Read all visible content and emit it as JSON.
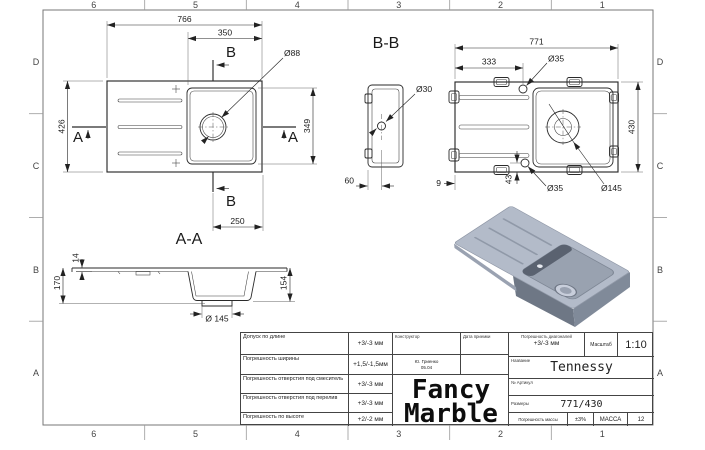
{
  "sheet": {
    "cols": [
      "6",
      "5",
      "4",
      "3",
      "2",
      "1"
    ],
    "rows": [
      "D",
      "C",
      "B",
      "A"
    ]
  },
  "views": {
    "top": {
      "d766": "766",
      "d350": "350",
      "d426": "426",
      "d349": "349",
      "d250": "250",
      "d88": "Ø88",
      "a": "A",
      "b": "B"
    },
    "bb": {
      "title": "B-B",
      "d30": "Ø30",
      "d60": "60"
    },
    "bottom": {
      "d771": "771",
      "d333": "333",
      "d430": "430",
      "d43": "43",
      "d9": "9",
      "d35t": "Ø35",
      "d35b": "Ø35",
      "d145": "Ø145"
    },
    "aa": {
      "title": "A-A",
      "d14": "14",
      "d170": "170",
      "d154": "154",
      "d145": "Ø 145"
    }
  },
  "title_block": {
    "tolerances": [
      {
        "label": "Допуск по длине",
        "value": "+3/-3 мм"
      },
      {
        "label": "Погрешность ширины",
        "value": "+1,5/-1,5мм"
      },
      {
        "label": "Погрешность отверстия под смеситель",
        "value": "+3/-3 мм"
      },
      {
        "label": "Погрешность отверстия под перелив",
        "value": "+3/-3 мм"
      },
      {
        "label": "Погрешность по высоте",
        "value": "+2/-2 мм"
      }
    ],
    "constructor": {
      "label": "Конструктор",
      "name": "Ю. Гриенко",
      "date": "05.04"
    },
    "acceptance_label": "Дата приемки",
    "diagonals": {
      "label": "Погрешность диагоналей",
      "value": "+3/-3 мм"
    },
    "scale": {
      "label": "Масштаб",
      "value": "1:10"
    },
    "product": {
      "label": "Название",
      "value": "Tennessy"
    },
    "article": {
      "label": "№ Артикул"
    },
    "size": {
      "label": "Размеры",
      "value": "771/430"
    },
    "mass": {
      "tol_label": "Погрешность массы",
      "tol_value": "±3%",
      "label": "МАССА",
      "value": "12"
    },
    "logo": {
      "line1": "Fancy",
      "line2": "Marble"
    }
  },
  "render_colors": {
    "top": "#b3bbc9",
    "side_left": "#6e7785",
    "side_right": "#808a99",
    "bowl_wall": "#5a6270",
    "bowl_bottom": "#99a2b0"
  }
}
